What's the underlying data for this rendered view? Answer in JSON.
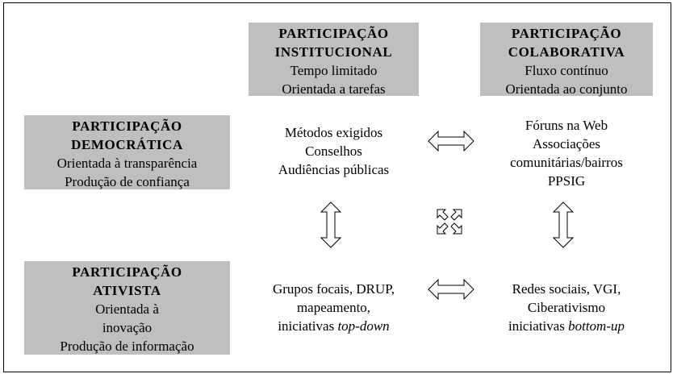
{
  "headers": {
    "institucional": {
      "title_line1": "PARTICIPAÇÃO",
      "title_line2": "INSTITUCIONAL",
      "line1": "Tempo limitado",
      "line2": "Orientada a tarefas"
    },
    "colaborativa": {
      "title_line1": "PARTICIPAÇÃO",
      "title_line2": "COLABORATIVA",
      "line1": "Fluxo contínuo",
      "line2": "Orientada ao conjunto"
    },
    "democratica": {
      "title_line1": "PARTICIPAÇÃO",
      "title_line2": "DEMOCRÁTICA",
      "line1": "Orientada à transparência",
      "line2": "Produção de confiança"
    },
    "ativista": {
      "title_line1": "PARTICIPAÇÃO",
      "title_line2": "ATIVISTA",
      "line1": "Orientada à",
      "line2": "inovação",
      "line3": "Produção de informação"
    }
  },
  "cells": {
    "top_left": {
      "line1": "Métodos exigidos",
      "line2": "Conselhos",
      "line3": "Audiências públicas"
    },
    "top_right": {
      "line1": "Fóruns na Web",
      "line2": "Associações",
      "line3": "comunitárias/bairros",
      "line4": "PPSIG"
    },
    "bottom_left": {
      "line1": "Grupos focais, DRUP,",
      "line2": "mapeamento,",
      "line3_plain": "iniciativas ",
      "line3_italic": "top-down"
    },
    "bottom_right": {
      "line1": "Redes sociais, VGI,",
      "line2": "Ciberativismo",
      "line3_plain": "iniciativas ",
      "line3_italic": "bottom-up"
    }
  },
  "icons": {
    "horizontal_arrow": "double-headed-horizontal-arrow-icon",
    "vertical_arrow": "double-headed-vertical-arrow-icon",
    "cross_arrows": "four-way-diagonal-arrows-icon"
  },
  "colors": {
    "box_fill": "#bfbfbf",
    "stroke": "#000000"
  }
}
